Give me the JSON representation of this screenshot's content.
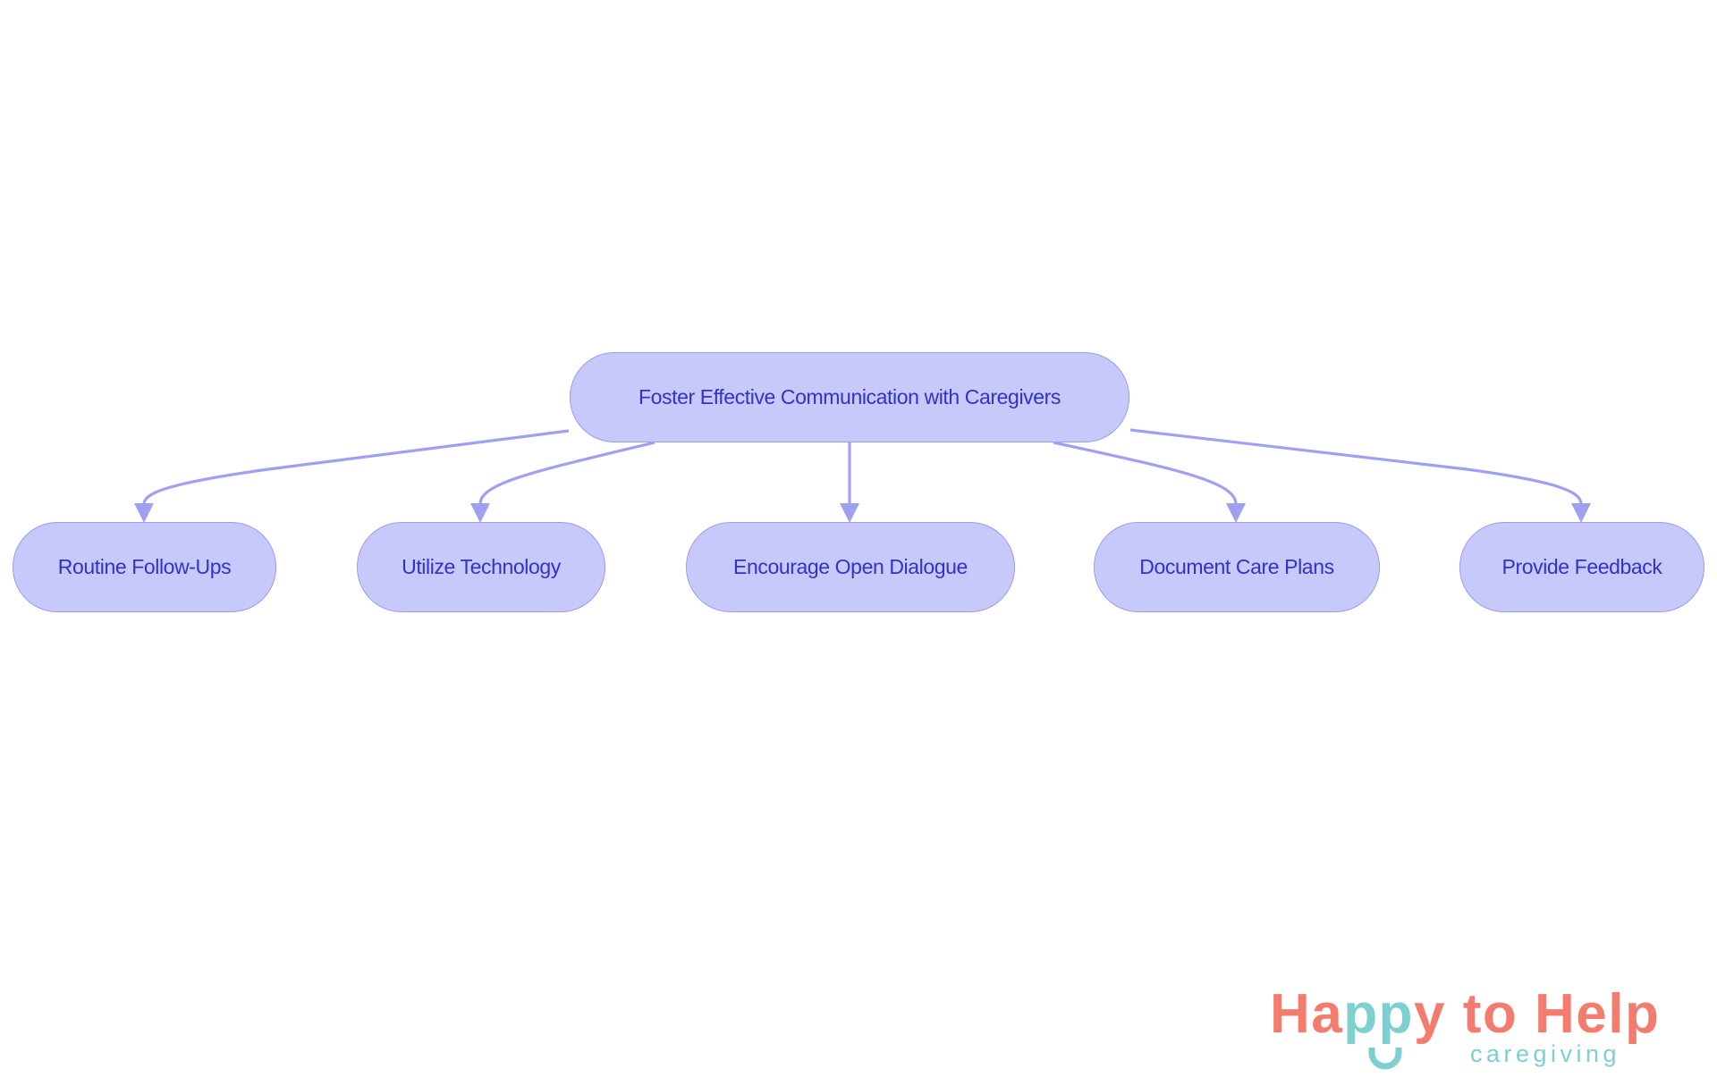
{
  "diagram": {
    "type": "flowchart-tree",
    "root": {
      "id": "root",
      "label": "Foster Effective Communication with Caregivers"
    },
    "children": [
      {
        "id": "n1",
        "label": "Routine Follow-Ups"
      },
      {
        "id": "n2",
        "label": "Utilize Technology"
      },
      {
        "id": "n3",
        "label": "Encourage Open Dialogue"
      },
      {
        "id": "n4",
        "label": "Document Care Plans"
      },
      {
        "id": "n5",
        "label": "Provide Feedback"
      }
    ],
    "edges": [
      {
        "from": "root",
        "to": "n1"
      },
      {
        "from": "root",
        "to": "n2"
      },
      {
        "from": "root",
        "to": "n3"
      },
      {
        "from": "root",
        "to": "n4"
      },
      {
        "from": "root",
        "to": "n5"
      }
    ],
    "colors": {
      "node_fill": "#C8C9FB",
      "node_border": "#9A9CEE",
      "node_text": "#2F33C9",
      "edge": "#9EA0F2"
    }
  },
  "logo": {
    "title_parts": [
      "Ha",
      "pp",
      "y to Help"
    ],
    "subtitle": "caregiving",
    "colors": {
      "coral": "#F47C6E",
      "teal": "#7ECFCF"
    }
  }
}
